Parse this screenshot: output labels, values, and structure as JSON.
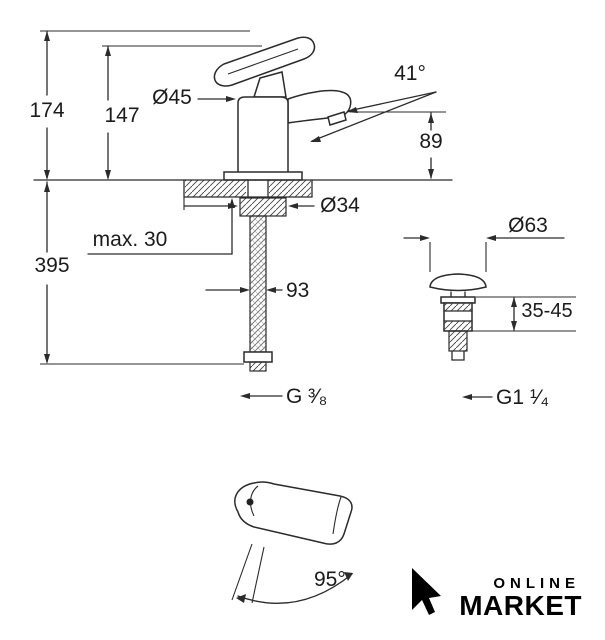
{
  "drawing": {
    "labels": {
      "total_height": "174",
      "spout_pivot_height": "147",
      "body_diameter": "Ø45",
      "spout_angle": "41°",
      "spout_height": "89",
      "hole_diameter": "Ø34",
      "max_deck_thickness": "max. 30",
      "hose_length": "395",
      "hose_offset": "93",
      "waste_diameter": "Ø63",
      "waste_deck_range": "35-45",
      "supply_thread": "G ³⁄₈",
      "waste_thread": "G1 ¹⁄₄",
      "handle_swivel_angle": "95°"
    }
  },
  "logo": {
    "icon": "cursor-arrow",
    "line1": "ONLINE",
    "line2": "MARKET"
  },
  "colors": {
    "line": "#2b2b2b",
    "text": "#1b1b1b",
    "logo": "#000000"
  }
}
